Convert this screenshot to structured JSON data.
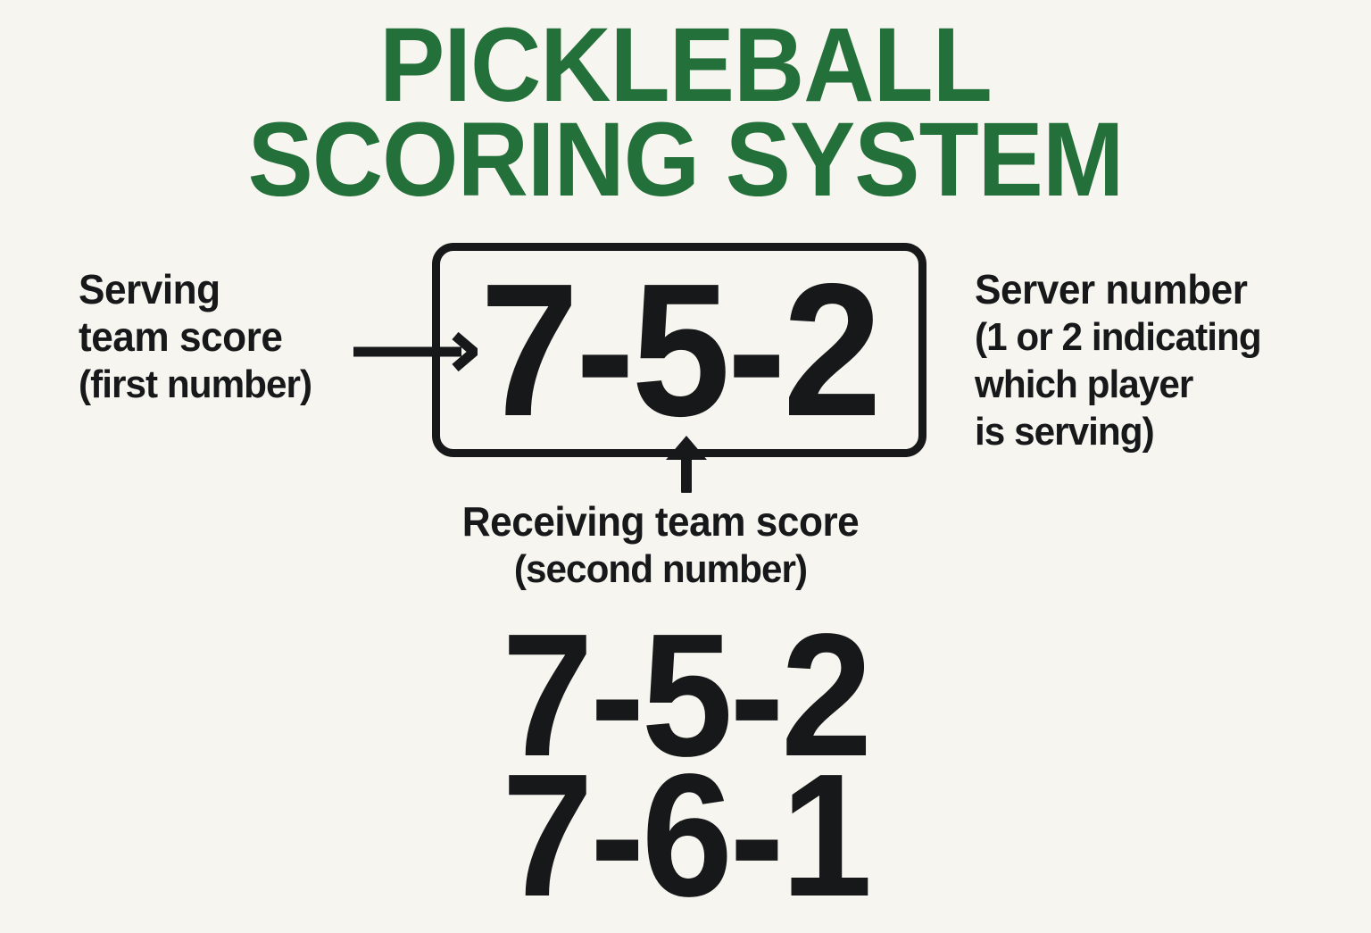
{
  "meta": {
    "background_color": "#f7f5ef",
    "accent_green": "#24703a",
    "ink_black": "#17181a"
  },
  "title": {
    "line1": "PICKLEBALL",
    "line2": "SCORING SYSTEM"
  },
  "score_box": {
    "value": "7-5-2"
  },
  "callouts": {
    "left": {
      "line1": "Serving",
      "line2": "team score",
      "line3": "(first number)"
    },
    "right": {
      "line1": "Server number",
      "line2": "(1 or 2 indicating",
      "line3": "which player",
      "line4": "is serving)"
    },
    "bottom": {
      "line1": "Receiving team score",
      "line2": "(second number)"
    }
  },
  "examples": {
    "row1": "7-5-2",
    "row2": "7-6-1"
  },
  "icons": {
    "arrow_right": "arrow-right-icon",
    "arrow_up": "arrow-up-icon"
  }
}
